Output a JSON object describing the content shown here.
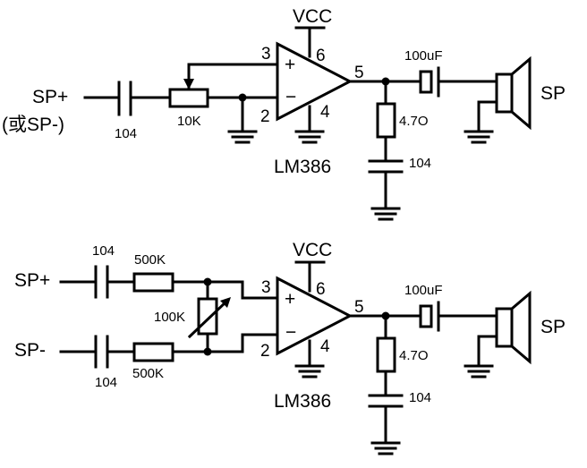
{
  "circuit1": {
    "input_label": "SP+",
    "input_alt_label": "(或SP-)",
    "input_cap_label": "104",
    "pot_label": "10K",
    "pin_plus": "3",
    "pin_minus": "2",
    "pin_vcc": "6",
    "pin_gnd": "4",
    "pin_out": "5",
    "vcc_label": "VCC",
    "chip_label": "LM386",
    "plus_sign": "+",
    "minus_sign": "−",
    "out_cap_label": "100uF",
    "zobel_res_label": "4.7O",
    "zobel_cap_label": "104",
    "speaker_label": "SP"
  },
  "circuit2": {
    "input_plus_label": "SP+",
    "input_minus_label": "SP-",
    "cap_top_label": "104",
    "cap_bottom_label": "104",
    "res_top_label": "500K",
    "res_bottom_label": "500K",
    "pot_label": "100K",
    "pin_plus": "3",
    "pin_minus": "2",
    "pin_vcc": "6",
    "pin_gnd": "4",
    "pin_out": "5",
    "vcc_label": "VCC",
    "chip_label": "LM386",
    "plus_sign": "+",
    "minus_sign": "−",
    "out_cap_label": "100uF",
    "zobel_res_label": "4.7O",
    "zobel_cap_label": "104",
    "speaker_label": "SP"
  }
}
